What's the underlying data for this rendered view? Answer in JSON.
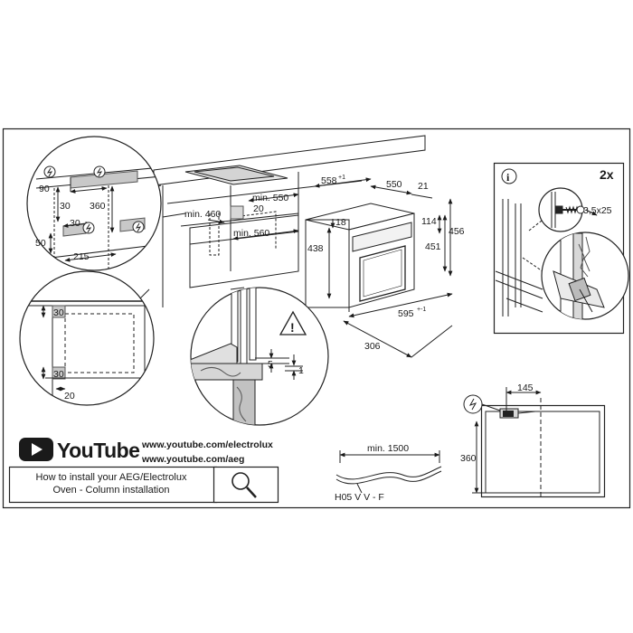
{
  "youtube": {
    "brand": "YouTube",
    "urls": [
      "www.youtube.com/electrolux",
      "www.youtube.com/aeg"
    ],
    "info_lines": [
      "How to install your AEG/Electrolux",
      "Oven - Column installation"
    ]
  },
  "badges": {
    "info": "i",
    "quantity": "2x",
    "screw": "3,5x25",
    "warning": "!"
  },
  "dims": {
    "detail": {
      "d90": "90",
      "d30a": "30",
      "d360": "360",
      "d30b": "30",
      "d50": "50",
      "d215": "215"
    },
    "section": {
      "d30top": "30",
      "d30bot": "30",
      "d20": "20"
    },
    "cabinet": {
      "min460": "min. 460",
      "min550": "min. 550",
      "d20": "20",
      "min560": "min. 560"
    },
    "oven": {
      "d558": "558",
      "d558_tol": "+1",
      "d550": "550",
      "d21": "21",
      "d18": "18",
      "d114": "114",
      "d456": "456",
      "d438": "438",
      "d451": "451",
      "d595": "595",
      "d595_tol": "+-1",
      "d306": "306"
    },
    "gap": {
      "d5": "5",
      "d1": "1"
    },
    "cable": {
      "min1500": "min. 1500",
      "type": "H05 V V - F"
    },
    "back": {
      "d145": "145",
      "d360": "360"
    }
  }
}
